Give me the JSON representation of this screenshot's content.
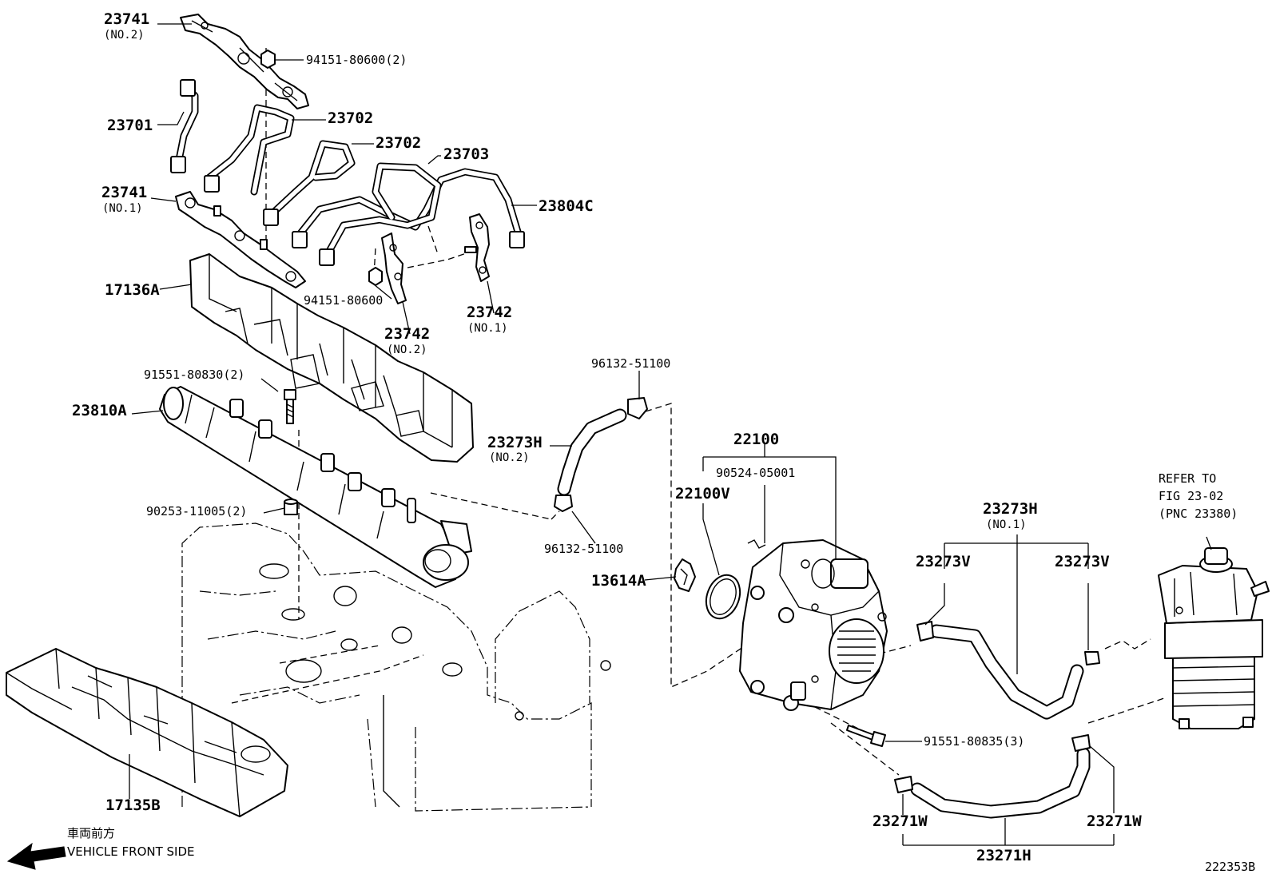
{
  "labels": {
    "p23741_no2": "23741",
    "p23741_no2_sub": "(NO.2)",
    "p94151_80600_2": "94151-80600(2)",
    "p23701": "23701",
    "p23702_a": "23702",
    "p23702_b": "23702",
    "p23703": "23703",
    "p23741_no1": "23741",
    "p23741_no1_sub": "(NO.1)",
    "p23804c": "23804C",
    "p17136a": "17136A",
    "p94151_80600": "94151-80600",
    "p23742_no1": "23742",
    "p23742_no1_sub": "(NO.1)",
    "p23742_no2": "23742",
    "p23742_no2_sub": "(NO.2)",
    "p96132_51100_a": "96132-51100",
    "p91551_80830_2": "91551-80830(2)",
    "p23810a": "23810A",
    "p23273h_no2": "23273H",
    "p23273h_no2_sub": "(NO.2)",
    "p22100": "22100",
    "p90524_05001": "90524-05001",
    "p22100v": "22100V",
    "p90253_11005_2": "90253-11005(2)",
    "p96132_51100_b": "96132-51100",
    "p13614a": "13614A",
    "p23273h_no1": "23273H",
    "p23273h_no1_sub": "(NO.1)",
    "p23273v_a": "23273V",
    "p23273v_b": "23273V",
    "refer_line1": "REFER TO",
    "refer_line2": "FIG 23-02",
    "refer_line3": "(PNC 23380)",
    "p91551_80835_3": "91551-80835(3)",
    "p17135b": "17135B",
    "p23271w_a": "23271W",
    "p23271w_b": "23271W",
    "p23271h": "23271H",
    "front_jp": "車両前方",
    "front_en": "VEHICLE FRONT SIDE",
    "figure_code": "222353B"
  }
}
